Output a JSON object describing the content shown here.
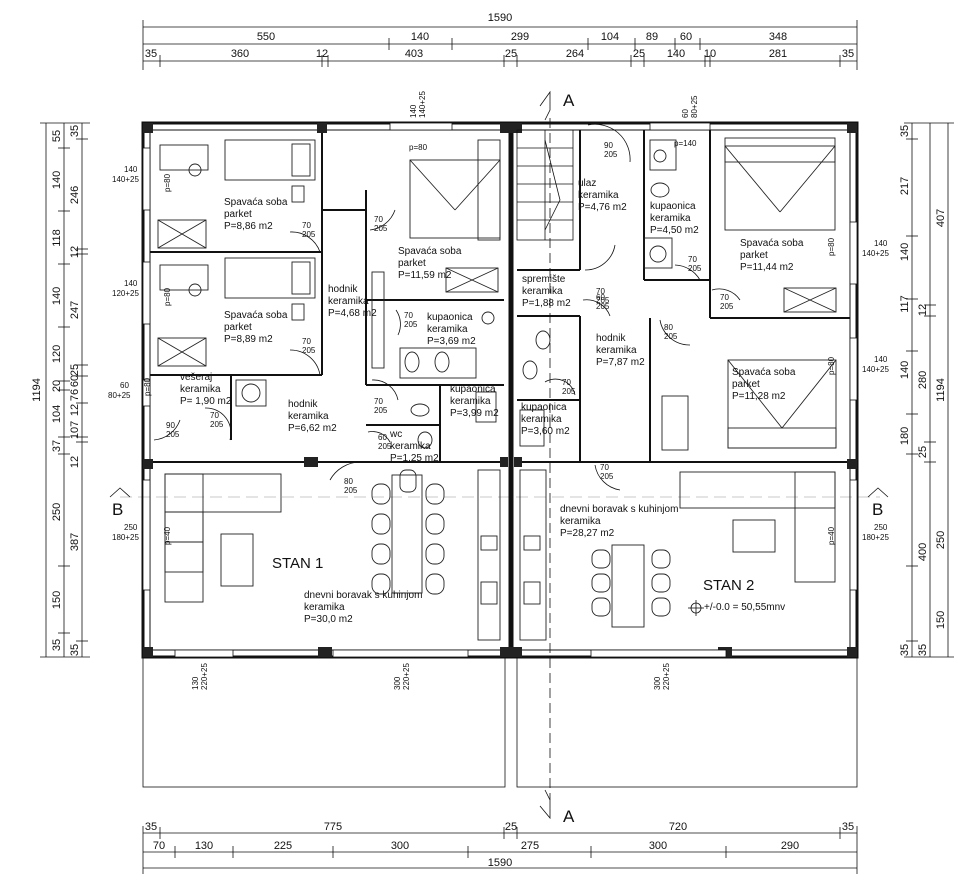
{
  "dims": {
    "top_total": "1590",
    "top_row2": [
      "550",
      "140",
      "299",
      "104",
      "89",
      "60",
      "348"
    ],
    "top_row3": [
      "35",
      "360",
      "12",
      "403",
      "25",
      "264",
      "25",
      "140",
      "10",
      "281",
      "35"
    ],
    "bottom_total": "1590",
    "bottom_row1": [
      "35",
      "775",
      "25",
      "720",
      "35"
    ],
    "bottom_row2": [
      "70",
      "130",
      "225",
      "300",
      "275",
      "300",
      "290"
    ],
    "left_total": "1194",
    "left_outer": [
      "55",
      "140",
      "118",
      "140",
      "120",
      "20",
      "104",
      "37",
      "250",
      "150",
      "35"
    ],
    "left_inner": [
      "35",
      "246",
      "12",
      "247",
      "25",
      "60",
      "76",
      "12",
      "107",
      "12",
      "387",
      "35"
    ],
    "right_total": "1194",
    "right_outer": [
      "407",
      "12",
      "280",
      "25",
      "400",
      "35"
    ],
    "right_inner": [
      "35",
      "217",
      "140",
      "117",
      "140",
      "180",
      "250",
      "150",
      "35"
    ]
  },
  "sections": {
    "a": "A",
    "b": "B"
  },
  "units": {
    "stan1": "STAN 1",
    "stan2": "STAN 2",
    "level": "+/-0.0 = 50,55mnv"
  },
  "rooms": [
    {
      "name": "Spavaća soba",
      "floor": "parket",
      "area": "P=8,86 m2"
    },
    {
      "name": "Spavaća soba",
      "floor": "parket",
      "area": "P=11,59 m2"
    },
    {
      "name": "Spavaća soba",
      "floor": "parket",
      "area": "P=8,89 m2"
    },
    {
      "name": "hodnik",
      "floor": "keramika",
      "area": "P=4,68 m2"
    },
    {
      "name": "kupaonica",
      "floor": "keramika",
      "area": "P=3,69 m2"
    },
    {
      "name": "vešeraj",
      "floor": "keramika",
      "area": "P= 1,90 m2"
    },
    {
      "name": "hodnik",
      "floor": "keramika",
      "area": "P=6,62 m2"
    },
    {
      "name": "kupaonica",
      "floor": "keramika",
      "area": "P=3,99 m2"
    },
    {
      "name": "wc",
      "floor": "keramika",
      "area": "P=1,25 m2"
    },
    {
      "name": "dnevni boravak s kuhinjom",
      "floor": "keramika",
      "area": "P=30,0 m2"
    },
    {
      "name": "ulaz",
      "floor": "keramika",
      "area": "P=4,76 m2"
    },
    {
      "name": "kupaonica",
      "floor": "keramika",
      "area": "P=4,50 m2"
    },
    {
      "name": "Spavaća soba",
      "floor": "parket",
      "area": "P=11,44 m2"
    },
    {
      "name": "spremište",
      "floor": "keramika",
      "area": "P=1,88 m2"
    },
    {
      "name": "hodnik",
      "floor": "keramika",
      "area": "P=7,87 m2"
    },
    {
      "name": "kupaonica",
      "floor": "keramika",
      "area": "P=3,60 m2"
    },
    {
      "name": "Spavaća soba",
      "floor": "parket",
      "area": "P=11,28 m2"
    },
    {
      "name": "dnevni boravak s kuhinjom",
      "floor": "keramika",
      "area": "P=28,27 m2"
    }
  ],
  "openings": [
    {
      "w": "140",
      "h": "140+25"
    },
    {
      "w": "140",
      "h": "120+25"
    },
    {
      "w": "60",
      "h": "80+25"
    },
    {
      "w": "250",
      "h": "180+25"
    },
    {
      "w": "140",
      "h": "140+25"
    },
    {
      "w": "60",
      "h": "80+25"
    },
    {
      "w": "140",
      "h": "140+25"
    },
    {
      "w": "140",
      "h": "140+25"
    },
    {
      "w": "250",
      "h": "180+25"
    },
    {
      "w": "130",
      "h": "220+25"
    },
    {
      "w": "300",
      "h": "220+25"
    },
    {
      "w": "300",
      "h": "220+25"
    }
  ],
  "doors": [
    {
      "w": "70",
      "h": "205"
    },
    {
      "w": "70",
      "h": "205"
    },
    {
      "w": "70",
      "h": "205"
    },
    {
      "w": "70",
      "h": "205"
    },
    {
      "w": "70",
      "h": "205"
    },
    {
      "w": "90",
      "h": "205"
    },
    {
      "w": "70",
      "h": "205"
    },
    {
      "w": "60",
      "h": "205"
    },
    {
      "w": "80",
      "h": "205"
    },
    {
      "w": "90",
      "h": "205"
    },
    {
      "w": "70",
      "h": "205"
    },
    {
      "w": "60",
      "h": "205"
    },
    {
      "w": "70",
      "h": "205"
    },
    {
      "w": "70",
      "h": "205"
    },
    {
      "w": "80",
      "h": "205"
    },
    {
      "w": "70",
      "h": "205"
    },
    {
      "w": "70",
      "h": "205"
    }
  ],
  "parapets": [
    "p=80",
    "p=80",
    "p=80",
    "p=80",
    "p=140",
    "p=80",
    "p=80",
    "p=40",
    "p=40"
  ]
}
